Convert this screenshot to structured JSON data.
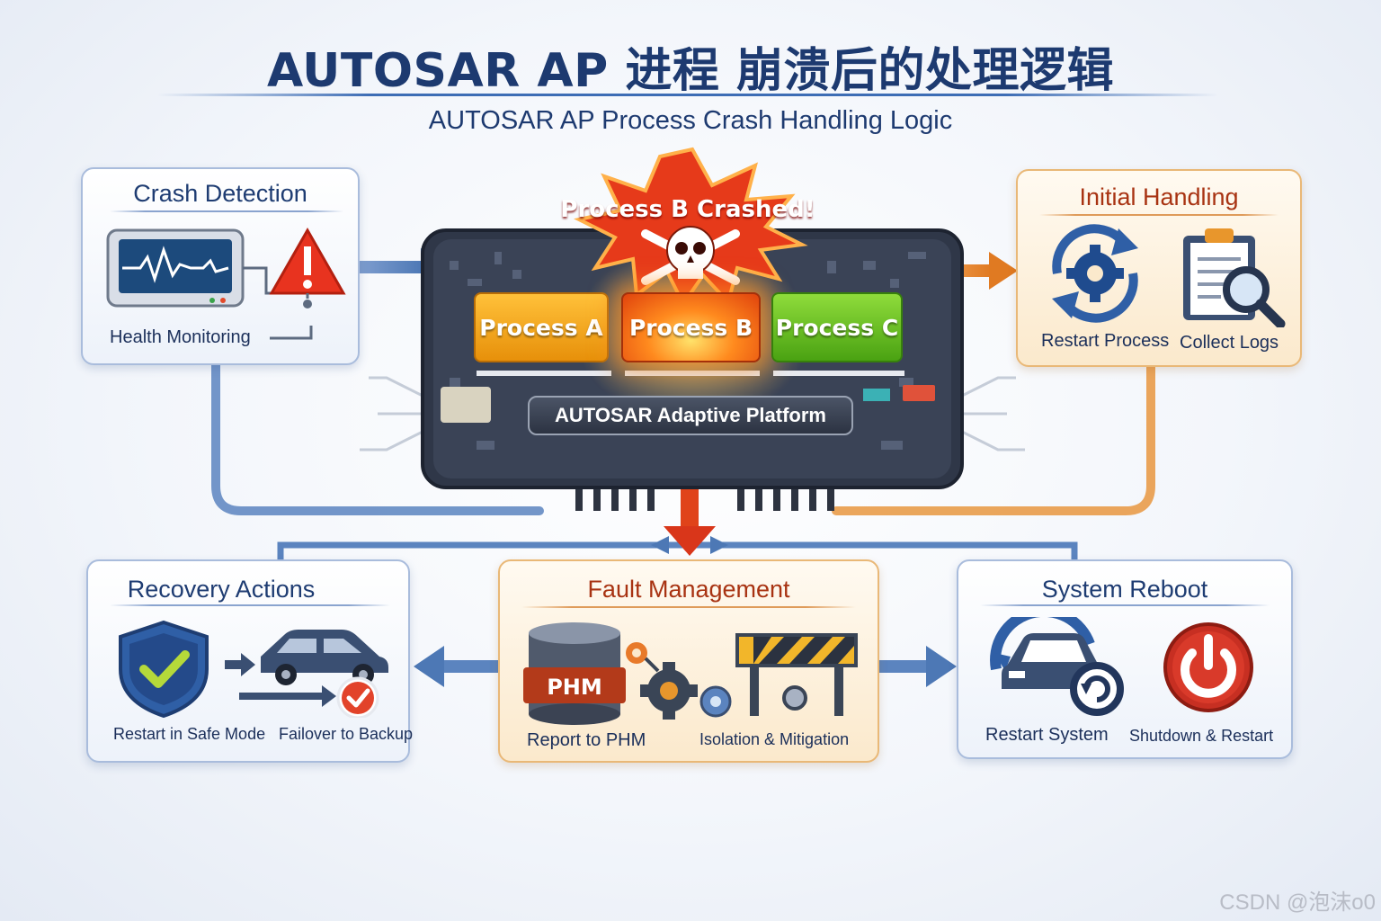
{
  "title": {
    "main": "AUTOSAR AP 进程 崩溃后的处理逻辑",
    "subtitle": "AUTOSAR AP Process Crash Handling Logic"
  },
  "crash_detection": {
    "title": "Crash Detection",
    "health_label": "Health Monitoring"
  },
  "initial_handling": {
    "title": "Initial Handling",
    "restart_label": "Restart Process",
    "logs_label": "Collect Logs"
  },
  "center": {
    "burst_text": "Process B Crashed!",
    "process_a": "Process A",
    "process_b": "Process B",
    "process_c": "Process C",
    "platform": "AUTOSAR Adaptive Platform"
  },
  "recovery_actions": {
    "title": "Recovery Actions",
    "safe_mode_label": "Restart in Safe Mode",
    "failover_label": "Failover to Backup"
  },
  "fault_management": {
    "title": "Fault Management",
    "phm_badge": "PHM",
    "report_label": "Report to PHM",
    "isolation_label": "Isolation & Mitigation"
  },
  "system_reboot": {
    "title": "System Reboot",
    "restart_system_label": "Restart System",
    "shutdown_label": "Shutdown & Restart"
  },
  "watermark": "CSDN @泡沫o0",
  "colors": {
    "title_blue": "#1d3a70",
    "flow_blue": "#4d78b5",
    "flow_orange": "#e88a33",
    "alert_red": "#d9361a",
    "process_a": "#f2a51c",
    "process_b": "#f06a1a",
    "process_c": "#62b821"
  },
  "icons": [
    "monitor-icon",
    "warning-icon",
    "restart-gear-icon",
    "clipboard-magnifier-icon",
    "skull-icon",
    "shield-check-icon",
    "car-icon",
    "check-badge-icon",
    "database-icon",
    "gear-icon",
    "barrier-icon",
    "car-restart-icon",
    "power-icon"
  ]
}
